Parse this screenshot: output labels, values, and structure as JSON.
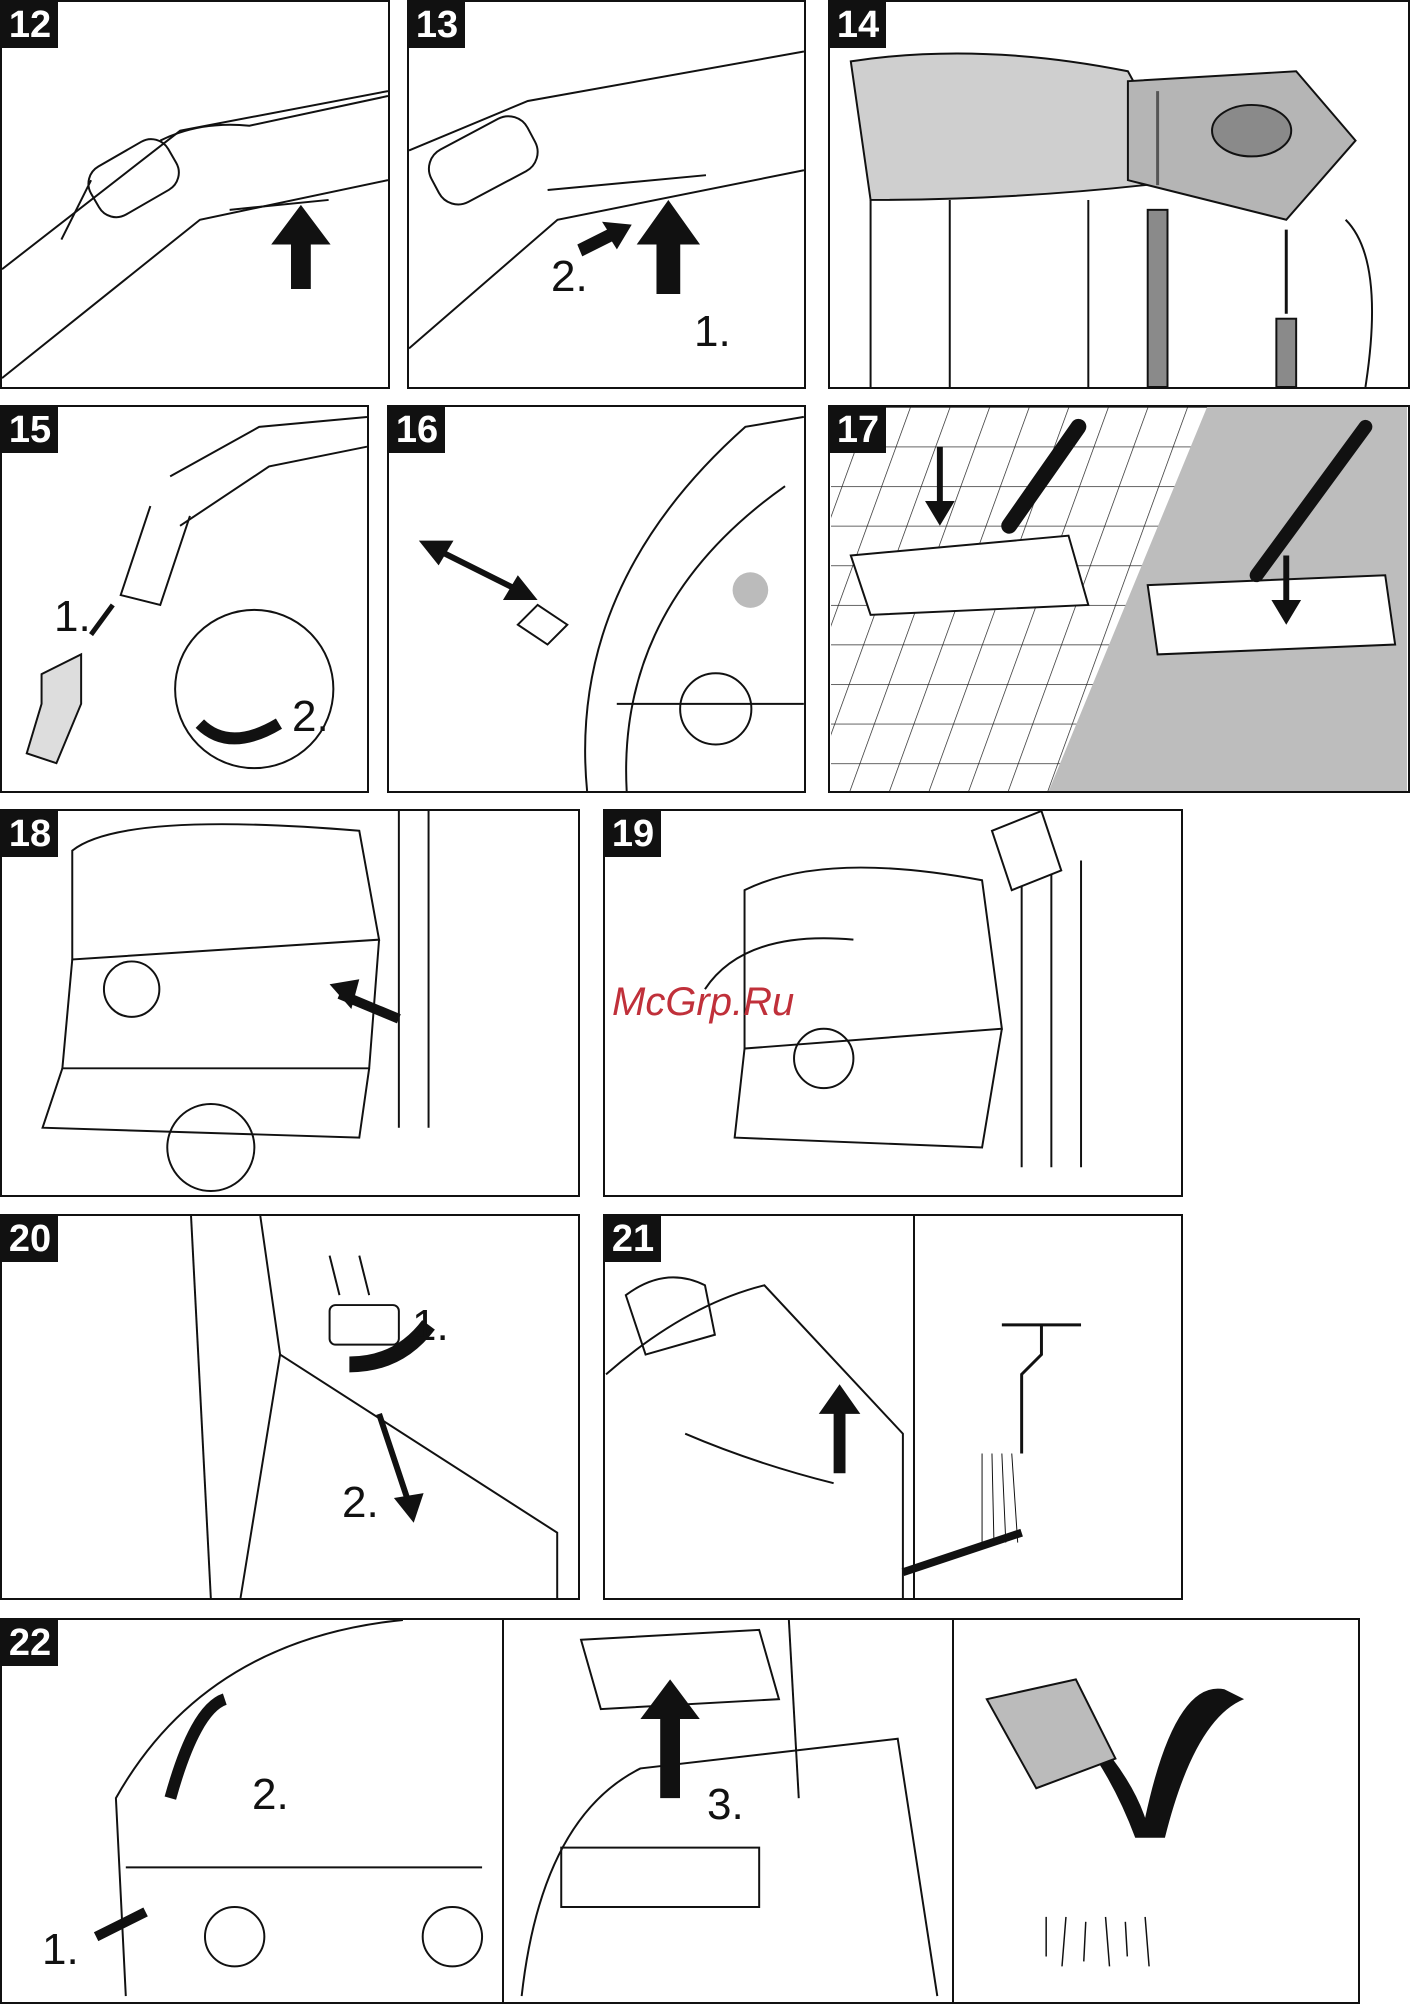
{
  "panels": [
    {
      "number": "12"
    },
    {
      "number": "13",
      "steps": [
        "2.",
        "1."
      ]
    },
    {
      "number": "14"
    },
    {
      "number": "15",
      "steps": [
        "1.",
        "2."
      ]
    },
    {
      "number": "16"
    },
    {
      "number": "17"
    },
    {
      "number": "18"
    },
    {
      "number": "19"
    },
    {
      "number": "20",
      "steps": [
        "1.",
        "2."
      ]
    },
    {
      "number": "21"
    },
    {
      "number": "22",
      "steps": [
        "2.",
        "1.",
        "3."
      ]
    }
  ],
  "watermark": "McGrp.Ru"
}
